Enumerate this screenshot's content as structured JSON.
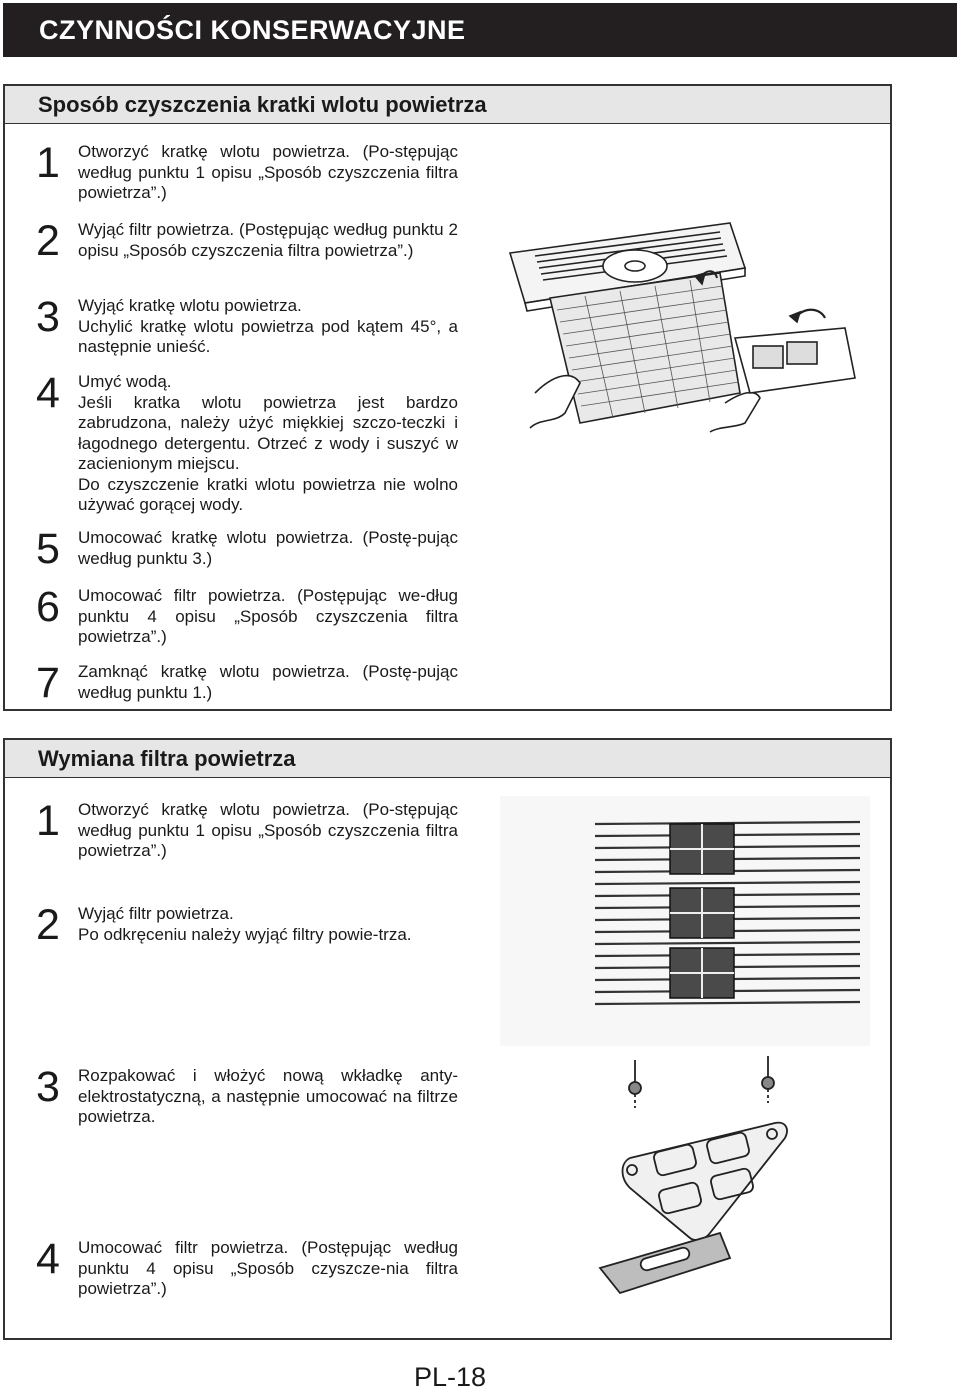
{
  "header": {
    "title": "CZYNNOŚCI KONSERWACYJNE"
  },
  "section1": {
    "title": "Sposób czyszczenia kratki wlotu powietrza",
    "steps": [
      {
        "num": "1",
        "lines": [
          "Otworzyć kratkę wlotu powietrza. (Po-stępując według punktu 1 opisu „Sposób czyszczenia filtra powietrza”.)"
        ]
      },
      {
        "num": "2",
        "lines": [
          "Wyjąć filtr powietrza. (Postępując według punktu 2 opisu „Sposób czyszczenia filtra powietrza”.)"
        ]
      },
      {
        "num": "3",
        "lines": [
          "Wyjąć kratkę wlotu powietrza.",
          "Uchylić kratkę wlotu powietrza pod kątem 45°, a następnie unieść."
        ]
      },
      {
        "num": "4",
        "lines": [
          "Umyć wodą.",
          "Jeśli kratka wlotu powietrza jest bardzo zabrudzona, należy użyć miękkiej szczo-teczki i łagodnego detergentu. Otrzeć z wody i suszyć w zacienionym miejscu.",
          "Do czyszczenie kratki wlotu powietrza nie wolno używać gorącej wody."
        ]
      },
      {
        "num": "5",
        "lines": [
          "Umocować kratkę wlotu powietrza. (Postę-pując według punktu 3.)"
        ]
      },
      {
        "num": "6",
        "lines": [
          "Umocować filtr powietrza. (Postępując we-dług punktu 4 opisu „Sposób czyszczenia filtra powietrza”.)"
        ]
      },
      {
        "num": "7",
        "lines": [
          "Zamknąć kratkę wlotu powietrza. (Postę-pując według punktu 1.)"
        ]
      }
    ]
  },
  "section2": {
    "title": "Wymiana filtra powietrza",
    "steps": [
      {
        "num": "1",
        "lines": [
          "Otworzyć kratkę wlotu powietrza. (Po-stępując według punktu 1 opisu „Sposób czyszczenia filtra powietrza”.)"
        ]
      },
      {
        "num": "2",
        "lines": [
          "Wyjąć filtr powietrza.",
          "Po odkręceniu należy wyjąć filtry powie-trza."
        ]
      },
      {
        "num": "3",
        "lines": [
          "Rozpakować i włożyć nową wkładkę anty-elektrostatyczną, a następnie umocować na filtrze powietrza."
        ]
      },
      {
        "num": "4",
        "lines": [
          "Umocować filtr powietrza. (Postępując według punktu 4 opisu „Sposób czyszcze-nia filtra powietrza”.)"
        ]
      }
    ]
  },
  "footer": {
    "page_number": "PL-18"
  }
}
